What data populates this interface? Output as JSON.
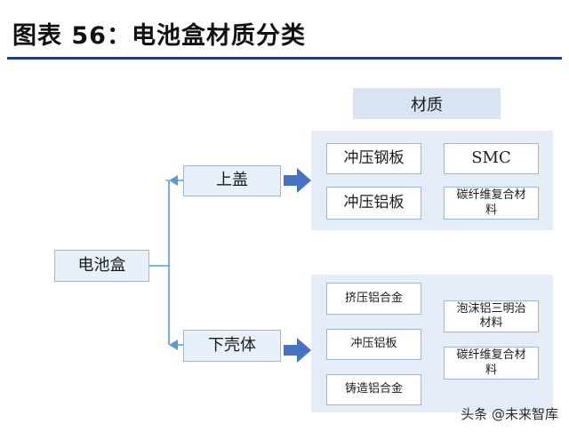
{
  "title": "图表 56：电池盒材质分类",
  "header": {
    "material": "材质"
  },
  "root": "电池盒",
  "branches": {
    "top": {
      "label": "上盖"
    },
    "bottom": {
      "label": "下壳体"
    }
  },
  "top_materials": {
    "item1": "冲压钢板",
    "item2": "SMC",
    "item3": "冲压铝板",
    "item4": "碳纤维复合材料"
  },
  "bottom_materials": {
    "item1": "挤压铝合金",
    "item2": "冲压铝板",
    "item3": "铸造铝合金",
    "item4": "泡沫铝三明治材料",
    "item5": "碳纤维复合材料"
  },
  "watermark": "头条 @未来智库",
  "colors": {
    "rule": "#1f3e82",
    "connector": "#5b9bd5",
    "arrow": "#4472c4",
    "box_border": "#9db7dc",
    "panel": "#e4ecf7"
  }
}
